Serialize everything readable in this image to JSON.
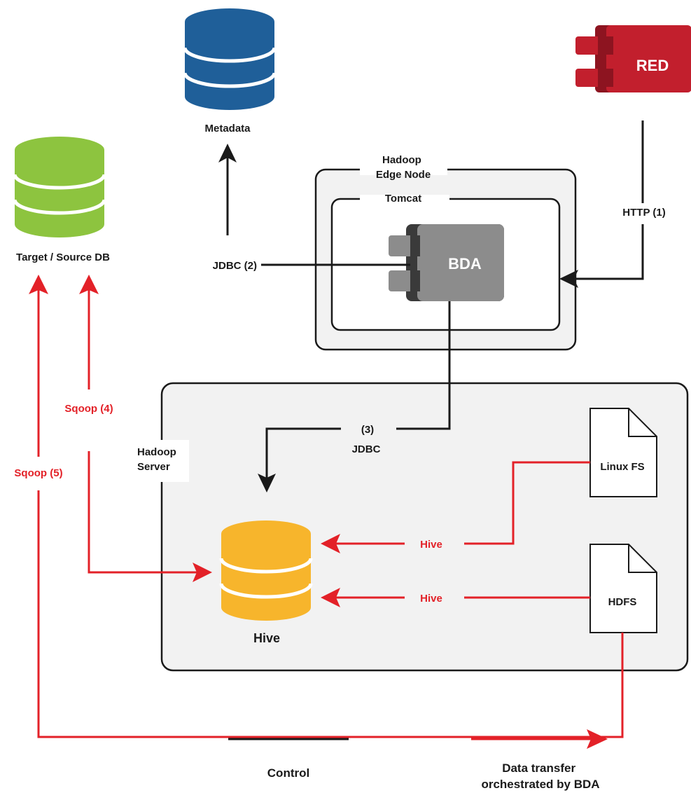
{
  "nodes": {
    "metadata": "Metadata",
    "target_db": "Target / Source DB",
    "red": "RED",
    "edge_node": "Hadoop\nEdge Node",
    "tomcat": "Tomcat",
    "bda": "BDA",
    "hadoop_server": "Hadoop\nServer",
    "hive": "Hive",
    "linux_fs": "Linux FS",
    "hdfs": "HDFS"
  },
  "edges": {
    "http": "HTTP (1)",
    "jdbc2": "JDBC (2)",
    "step3": "(3)",
    "jdbc3": "JDBC",
    "sqoop4": "Sqoop (4)",
    "sqoop5": "Sqoop (5)",
    "hive_linux": "Hive",
    "hive_hdfs": "Hive"
  },
  "legend": {
    "control": "Control",
    "data_transfer": "Data transfer\norchestrated by BDA"
  },
  "colors": {
    "control": "#1a1a1a",
    "data": "#e32128",
    "metadata_db": "#1f5f99",
    "target_db": "#8dc43f",
    "hive_db": "#f7b52c",
    "red_component": "#c21f2d",
    "bda_component": "#8c8c8c",
    "server_bg": "#f2f2f2"
  }
}
